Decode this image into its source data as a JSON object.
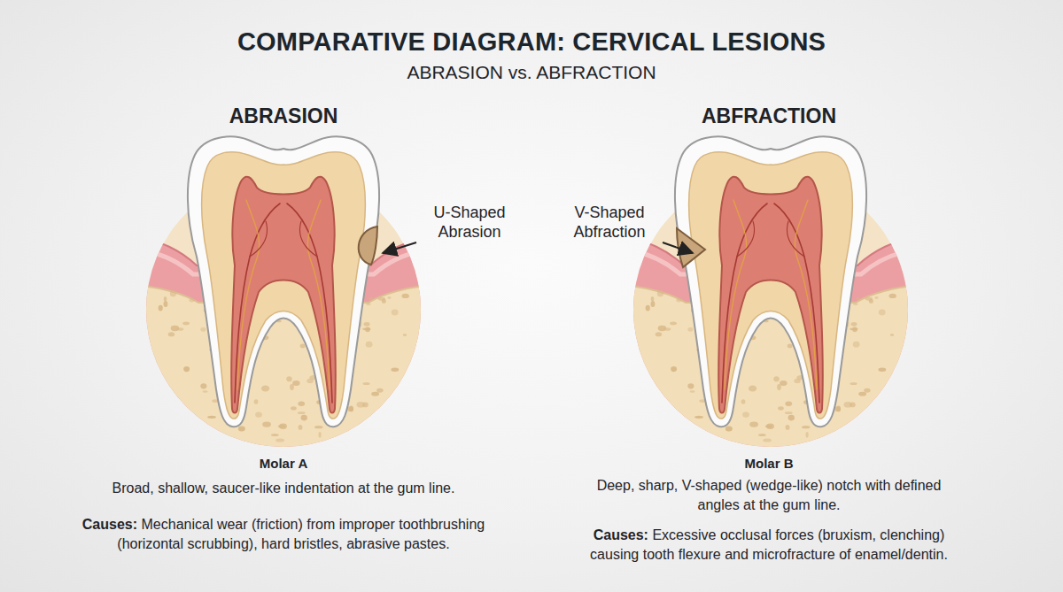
{
  "diagram": {
    "title": "COMPARATIVE DIAGRAM: CERVICAL LESIONS",
    "labels": [
      "ABRASION vs. ABFRACTION",
      "ABRASION",
      "ABFRACTION",
      "U-Shaped Abrasion",
      "V-Shaped Abfraction",
      "Molar A",
      "Broad, shallow, saucer-like indentation at the gum line.",
      "Causes:",
      "Mechanical wear (friction) from improper toothbrushing (horizontal scrubbing), hard bristles, abrasive pastes.",
      "Molar B",
      "Deep, sharp, V-shaped (wedge-like) notch with defined angles at the gum line.",
      "Causes:",
      "Excessive occlusal forces (bruxism, clenching) causing tooth flexure and microfracture of enamel/dentin."
    ]
  }
}
